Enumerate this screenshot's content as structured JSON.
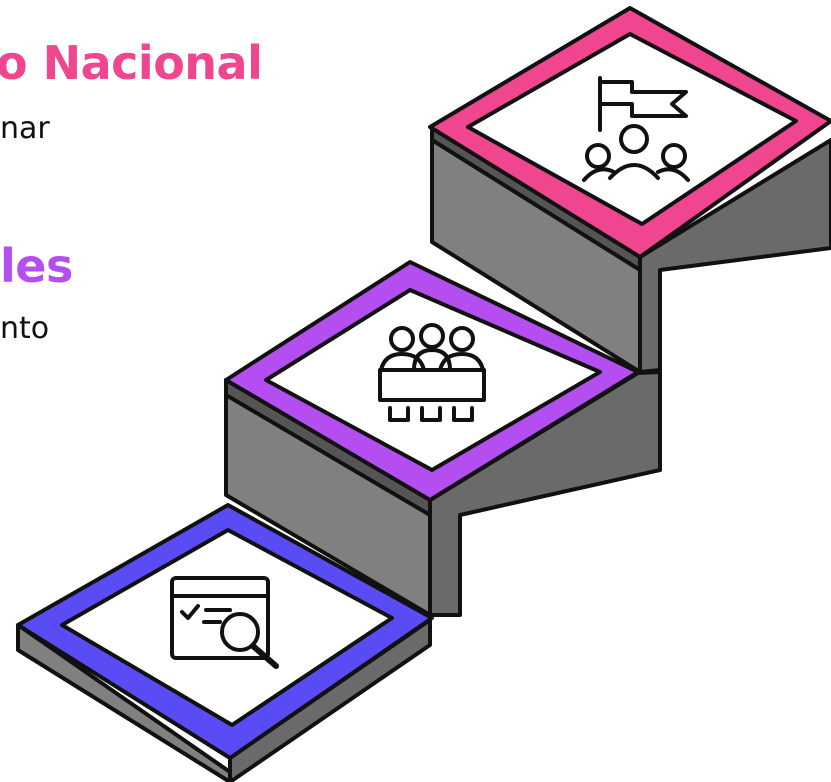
{
  "texts": {
    "heading_top": "o Nacional",
    "body_top": "nar",
    "heading_middle": "les",
    "body_middle": "nto"
  },
  "colors": {
    "pink": "#f0458f",
    "purple": "#b54ef0",
    "blue": "#5a4cf5",
    "step_gray": "#7a7a7a",
    "outline": "#111111"
  },
  "steps": [
    {
      "name": "step-top",
      "color_key": "pink",
      "icon": "flag-team-icon"
    },
    {
      "name": "step-middle",
      "color_key": "purple",
      "icon": "meeting-table-icon"
    },
    {
      "name": "step-bottom",
      "color_key": "blue",
      "icon": "document-search-icon"
    }
  ]
}
